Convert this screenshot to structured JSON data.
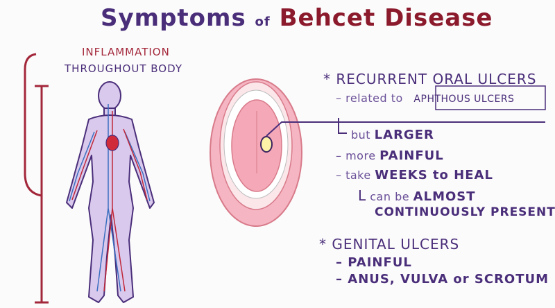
{
  "title": {
    "part1": "Symptoms",
    "part2": "of",
    "part3": "Behcet Disease"
  },
  "body_labels": {
    "line1": "Inflammation",
    "line2": "throughout body"
  },
  "oral": {
    "bullet": "*",
    "heading": "Recurrent oral ulcers",
    "related_prefix": "– related to",
    "related_term": "Aphthous ulcers",
    "but_prefix": "but",
    "but_term": "LARGER",
    "painful_prefix": "– more",
    "painful_term": "PAINFUL",
    "heal_prefix": "– take",
    "heal_term": "WEEKS to HEAL",
    "almost_prefix": "can be",
    "almost_term": "ALMOST",
    "continuous": "continuously present"
  },
  "genital": {
    "bullet": "*",
    "heading": "Genital ulcers",
    "item1": "– PAINFUL",
    "item2": "– ANUS, VULVA or SCROTUM"
  },
  "colors": {
    "purple_text": "#4a2e7a",
    "red_text": "#8b1a2c",
    "bracket_red": "#a3273a",
    "body_fill": "#d9c9ec",
    "mouth_pink": "#f5b5c2"
  },
  "icons": [
    "human-body-circulation-icon",
    "open-mouth-icon",
    "ulcer-icon",
    "bracket"
  ]
}
